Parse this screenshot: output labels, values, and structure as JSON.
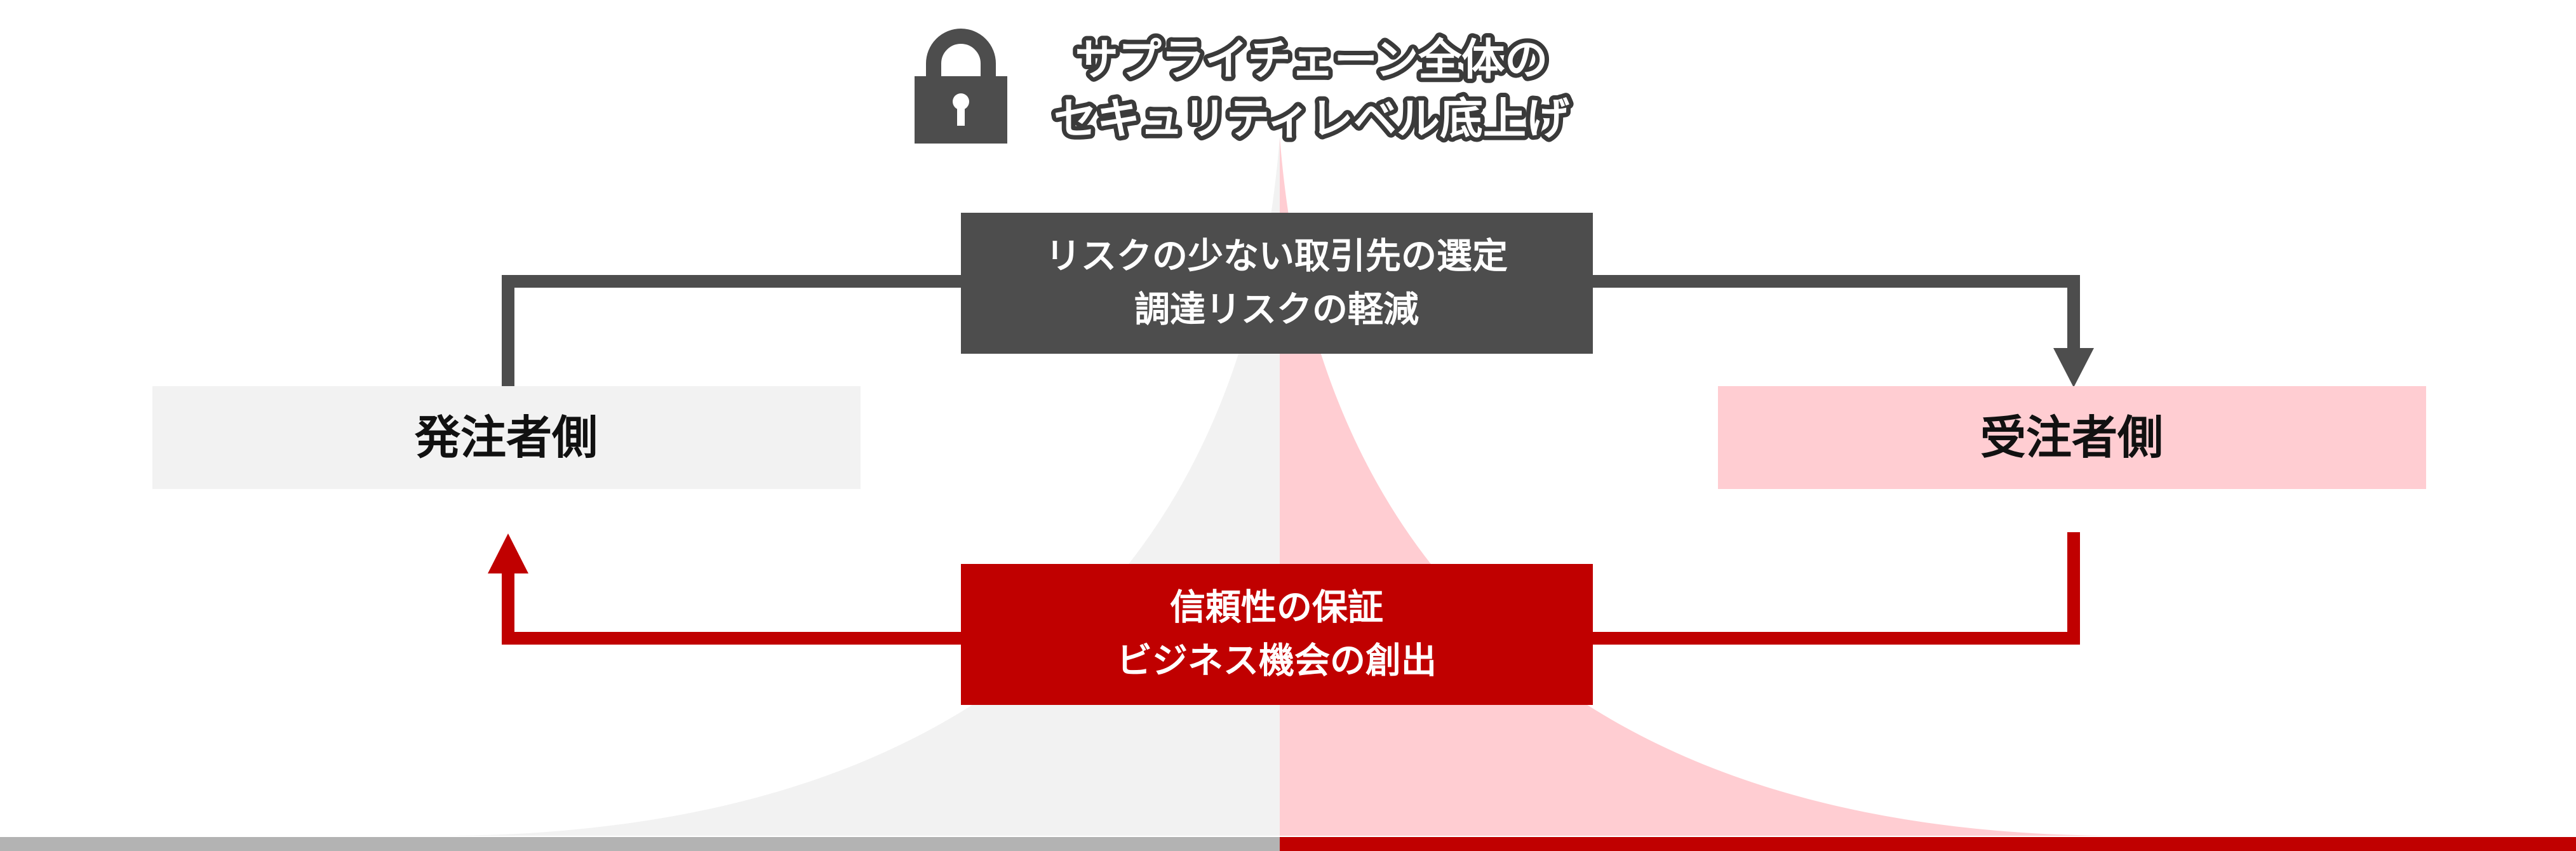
{
  "title": {
    "line1": "サプライチェーン全体の",
    "line2": "セキュリティレベル底上げ"
  },
  "buyer_side": {
    "label": "発注者側"
  },
  "supplier_side": {
    "label": "受注者側"
  },
  "top_flow": {
    "line1": "リスクの少ない取引先の選定",
    "line2": "調達リスクの軽減"
  },
  "bottom_flow": {
    "line1": "信頼性の保証",
    "line2": "ビジネス機会の創出"
  },
  "colors": {
    "dark_gray": "#4d4d4d",
    "red": "#c00000",
    "light_gray": "#f2f2f2",
    "light_pink": "#ffcdd2",
    "base_gray": "#b3b3b3",
    "icon": "#4d4d4d"
  },
  "icons": {
    "title_icon": "padlock-icon"
  }
}
